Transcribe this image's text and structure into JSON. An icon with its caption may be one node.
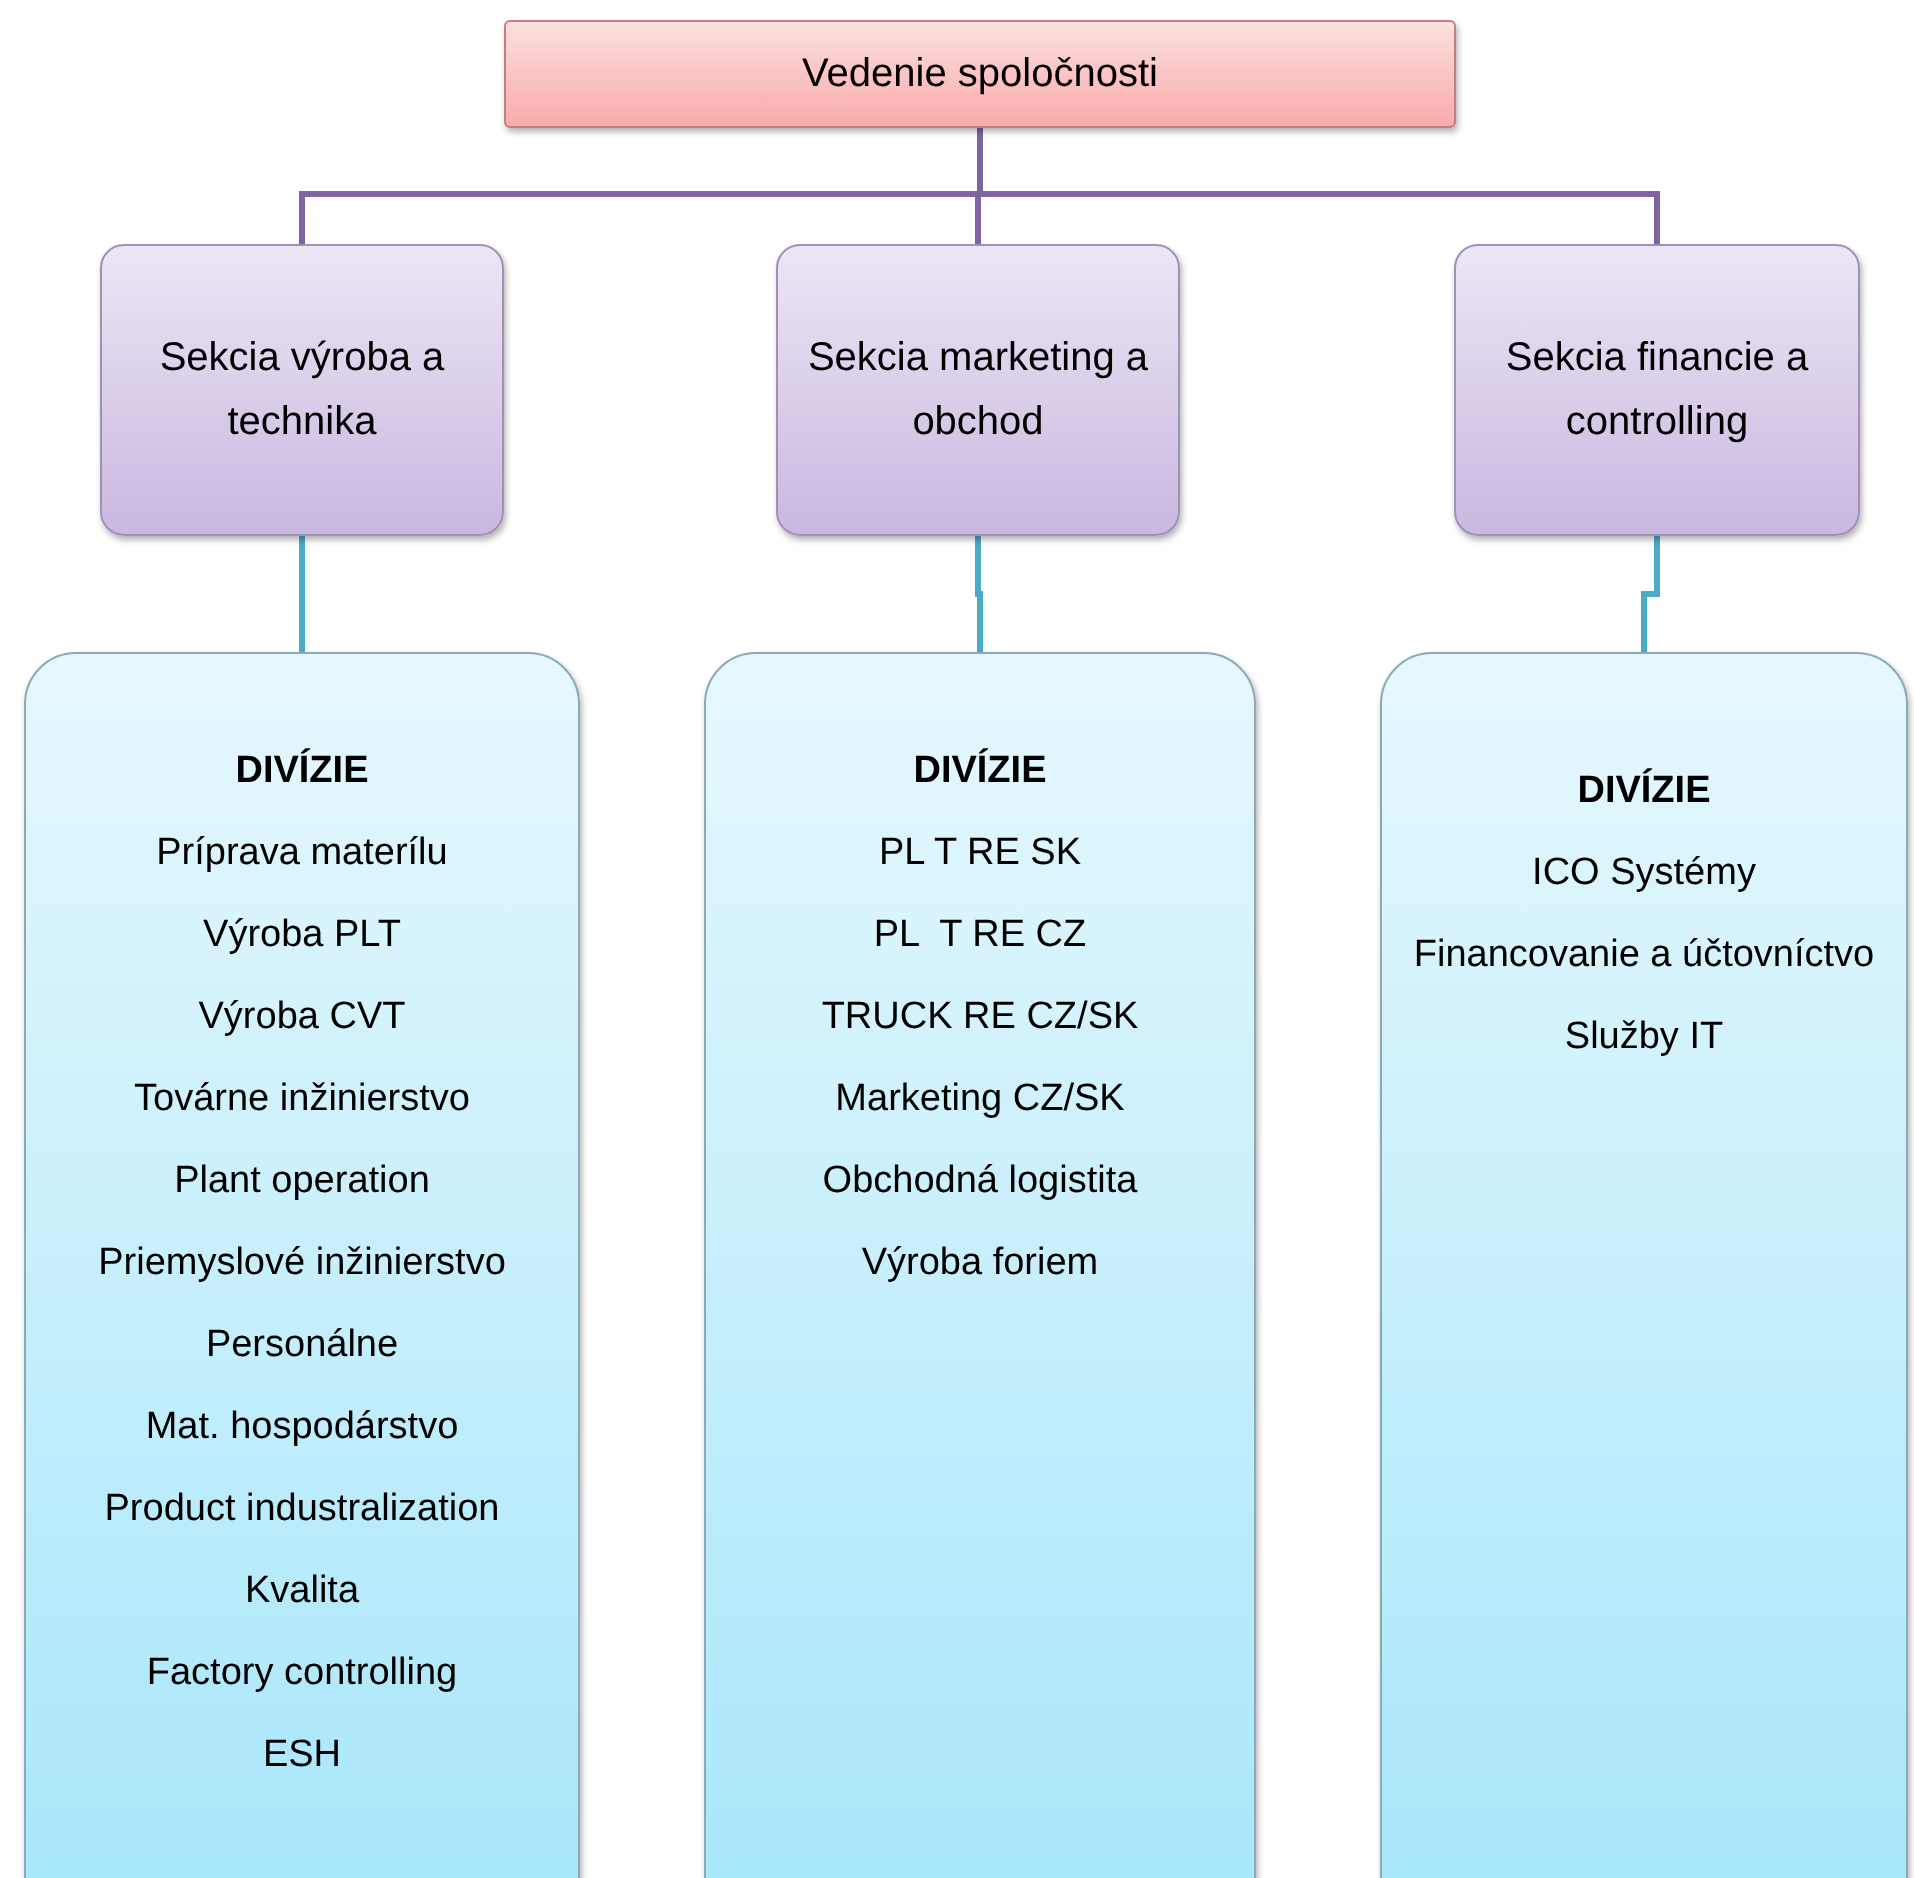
{
  "diagram": {
    "nodes": [
      {
        "text": [
          "Vedenie spoločnosti"
        ]
      },
      {
        "text": [
          "Sekcia výroba a technika"
        ]
      },
      {
        "text": [
          "Sekcia marketing a obchod"
        ]
      },
      {
        "text": [
          "Sekcia financie a controlling"
        ]
      },
      {
        "text": [
          "DIVÍZIE",
          "Príprava materílu",
          "Výroba PLT",
          "Výroba CVT",
          "Továrne inžinierstvo",
          "Plant operation",
          "Priemyslové inžinierstvo",
          "Personálne",
          "Mat. hospodárstvo",
          "Product industralization",
          "Kvalita",
          "Factory controlling",
          "ESH"
        ]
      },
      {
        "text": [
          "DIVÍZIE",
          "PL T RE SK",
          "PL  T RE CZ",
          "TRUCK RE CZ/SK",
          "Marketing CZ/SK",
          "Obchodná logistita",
          "Výroba foriem"
        ]
      },
      {
        "text": [
          "DIVÍZIE",
          "ICO Systémy",
          "Financovanie a účtovníctvo",
          "Služby IT"
        ]
      }
    ],
    "edges": [
      {
        "from": 0,
        "to": 1,
        "arrow": "none",
        "color": "#8064a2"
      },
      {
        "from": 0,
        "to": 2,
        "arrow": "none",
        "color": "#8064a2"
      },
      {
        "from": 0,
        "to": 3,
        "arrow": "none",
        "color": "#8064a2"
      },
      {
        "from": 1,
        "to": 4,
        "arrow": "none",
        "color": "#4bacc6"
      },
      {
        "from": 2,
        "to": 5,
        "arrow": "none",
        "color": "#4bacc6"
      },
      {
        "from": 3,
        "to": 6,
        "arrow": "none",
        "color": "#4bacc6"
      }
    ]
  }
}
